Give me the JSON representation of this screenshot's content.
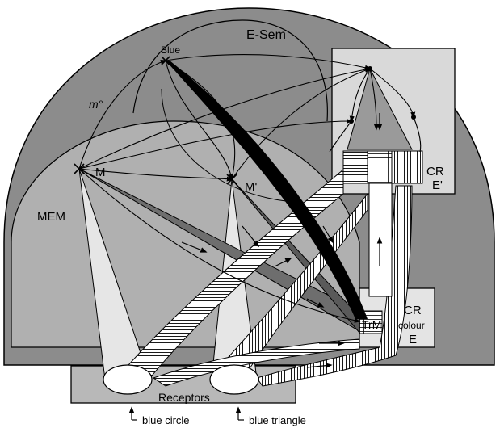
{
  "labels": {
    "e_sem": "E-Sem",
    "blue": "Blue",
    "m_degree": "m°",
    "m": "M",
    "m_prime": "M'",
    "mem": "MEM",
    "cr_top": "CR",
    "e_prime": "E'",
    "cr_bottom": "CR",
    "colour": "colour",
    "e": "E",
    "trm": "TrM",
    "receptors": "Receptors",
    "blue_circle": "blue circle",
    "blue_triangle": "blue triangle"
  },
  "colors": {
    "outer_dome": "#8c8c8c",
    "mem_region": "#b0b0b0",
    "cr_box": "#d9d9d9",
    "receptor_box": "#b8b8b8",
    "light_beam": "#e6e6e6",
    "dark_beam": "#6e6e6e",
    "black_beam": "#000000"
  }
}
